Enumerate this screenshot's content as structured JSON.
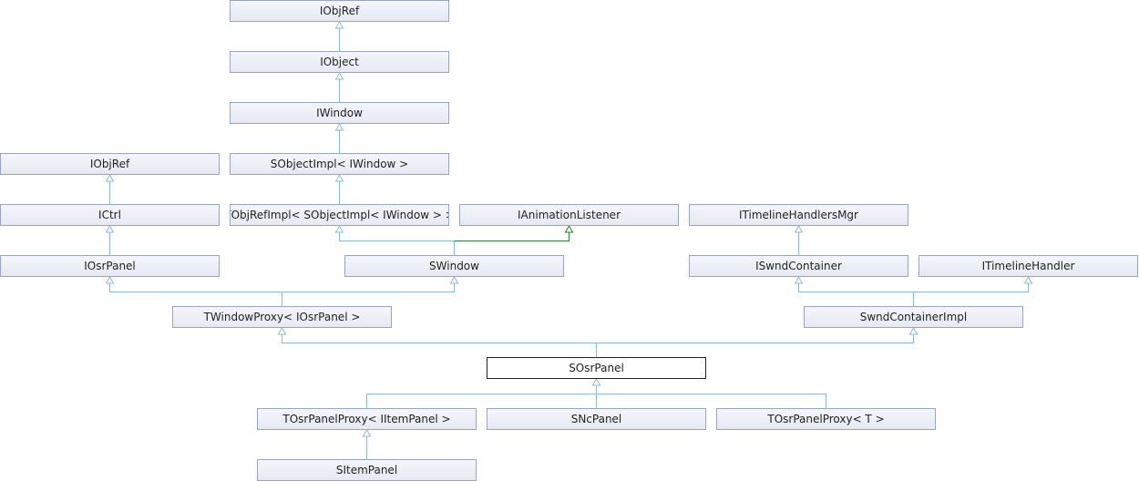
{
  "nodes": {
    "iobjref_top": "IObjRef",
    "iobject": "IObject",
    "iwindow": "IWindow",
    "sobjectimpl": "SObjectImpl< IWindow >",
    "iobjref_left": "IObjRef",
    "tobjrefimpl": "TObjRefImpl< SObjectImpl< IWindow > >",
    "ianimationlistener": "IAnimationListener",
    "itimelinehandlersmgr": "ITimelineHandlersMgr",
    "ictrl": "ICtrl",
    "iosrpanel": "IOsrPanel",
    "swindow": "SWindow",
    "iswndcontainer": "ISwndContainer",
    "itimelinehandler": "ITimelineHandler",
    "twindowproxy": "TWindowProxy< IOsrPanel >",
    "swndcontainerimpl": "SwndContainerImpl",
    "sosrpanel": "SOsrPanel",
    "tosrpanelproxy_iitem": "TOsrPanelProxy< IItemPanel >",
    "sncpanel": "SNcPanel",
    "tosrpanelproxy_t": "TOsrPanelProxy< T >",
    "sitempanel": "SItemPanel"
  },
  "colors": {
    "edge": "#8fb9d6",
    "edge_template": "#2e7d32",
    "node_border": "#9aa6c0",
    "current_border": "#222222"
  }
}
